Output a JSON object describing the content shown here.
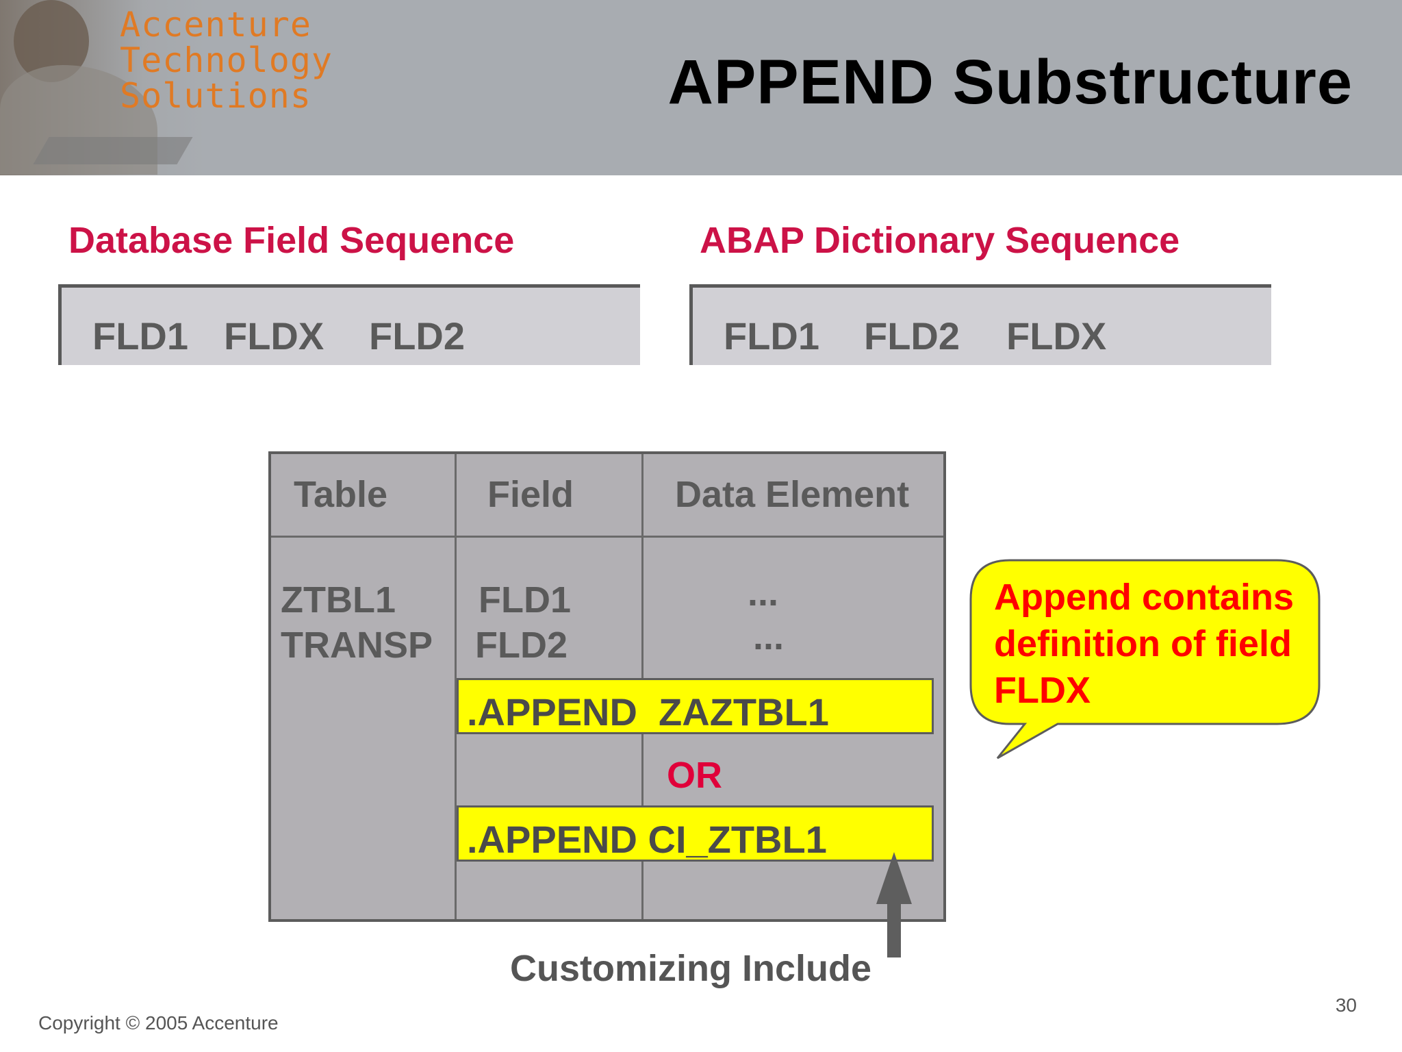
{
  "header": {
    "brand_lines": [
      "Accenture",
      "Technology",
      "Solutions"
    ],
    "title": "APPEND Substructure"
  },
  "database_sequence": {
    "heading": "Database Field Sequence",
    "fields": [
      "FLD1",
      "FLDX",
      "FLD2"
    ]
  },
  "dictionary_sequence": {
    "heading": "ABAP Dictionary Sequence",
    "fields": [
      "FLD1",
      "FLD2",
      "FLDX"
    ]
  },
  "table": {
    "columns": [
      "Table",
      "Field",
      "Data Element"
    ],
    "table_names": [
      "ZTBL1",
      "TRANSP"
    ],
    "fields": [
      "FLD1",
      "FLD2"
    ],
    "data_elements": [
      "...",
      "..."
    ],
    "append_rows": [
      ".APPEND  ZAZTBL1",
      ".APPEND CI_ZTBL1"
    ],
    "or_label": "OR"
  },
  "annotation": {
    "caption": "Customizing Include",
    "callout_lines": [
      "Append contains",
      "definition of field",
      "FLDX"
    ]
  },
  "footer": {
    "copyright": "Copyright © 2005 Accenture",
    "page_number": "30"
  },
  "colors": {
    "header_band": "#a8acb1",
    "brand_orange": "#e07a24",
    "heading_red": "#cc1247",
    "highlight_yellow": "#ffff00",
    "or_red": "#e0003a",
    "callout_red": "#ff0000"
  }
}
